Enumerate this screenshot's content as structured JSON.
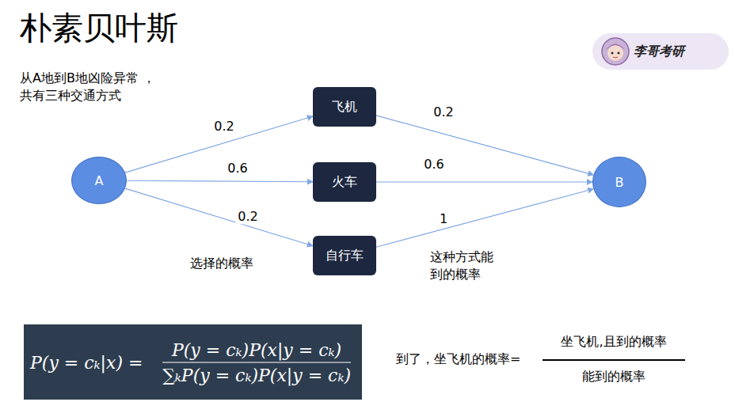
{
  "diagram": {
    "title": "朴素贝叶斯",
    "nodes": [
      {
        "text": [
          "李哥考研"
        ]
      },
      {
        "text": [
          "A"
        ]
      },
      {
        "text": [
          "飞机"
        ]
      },
      {
        "text": [
          "火车"
        ]
      },
      {
        "text": [
          "自行车"
        ]
      },
      {
        "text": [
          "B"
        ]
      },
      {
        "text": [
          "P(y = cₖ|x) =",
          "P(y = cₖ)P(x|y = cₖ)",
          "∑ₖP(y = cₖ)P(x|y = cₖ)"
        ]
      }
    ],
    "edges": [
      {
        "from": 1,
        "to": 2,
        "arrow": "to",
        "label": "0.2"
      },
      {
        "from": 1,
        "to": 3,
        "arrow": "to",
        "label": "0.6"
      },
      {
        "from": 1,
        "to": 4,
        "arrow": "to",
        "label": "0.2"
      },
      {
        "from": 2,
        "to": 5,
        "arrow": "to",
        "label": "0.2"
      },
      {
        "from": 3,
        "to": 5,
        "arrow": "to",
        "label": "0.6"
      },
      {
        "from": 4,
        "to": 5,
        "arrow": "to",
        "label": "1"
      }
    ],
    "labels": [
      "从A地到B地凶险异常 ，共有三种交通方式",
      "选择的概率",
      "这种方式能到的概率",
      "到了，坐飞机的概率=",
      "坐飞机,且到的概率",
      "能到的概率"
    ]
  }
}
